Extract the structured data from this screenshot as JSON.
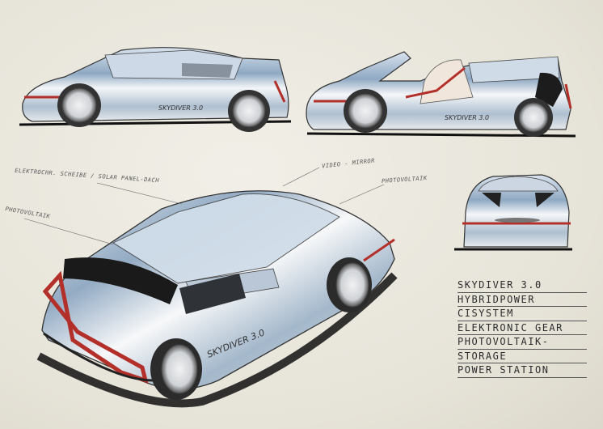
{
  "annotations": {
    "solar_top_left": "ELEKTROCHR. SCHEIBE / SOLAR PANEL-DACH",
    "photovoltaic_left": "PHOTOVOLTAIK",
    "video_mirror": "VIDEO - MIRROR",
    "photovoltaic_right": "PHOTOVOLTAIK"
  },
  "badges": {
    "side_view": "SKYDIVER 3.0",
    "open_view": "SKYDIVER 3.0",
    "rear_3q": "SKYDIVER 3.0"
  },
  "spec_list": [
    "SKYDIVER 3.0",
    "HYBRIDPOWER",
    "CISYSTEM",
    "ELEKTRONIC GEAR",
    "PHOTOVOLTAIK-",
    "STORAGE",
    "POWER STATION"
  ],
  "colors": {
    "paper": "#ece9df",
    "ink": "#2b2b2b",
    "accent_red": "#b3302a",
    "chrome_blue": "#9fb6cc"
  }
}
